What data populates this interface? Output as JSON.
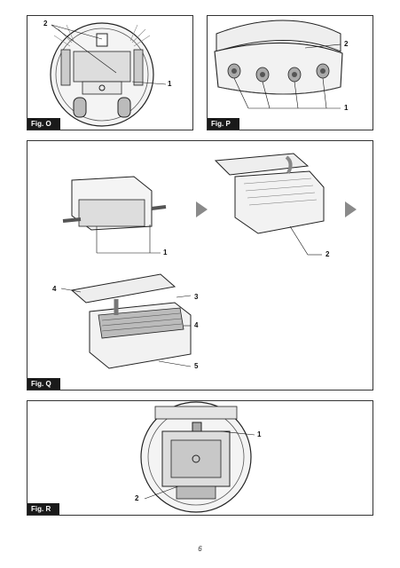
{
  "figures": {
    "o": {
      "label": "Fig. O",
      "callouts": [
        "2",
        "1"
      ]
    },
    "p": {
      "label": "Fig. P",
      "callouts": [
        "2",
        "1"
      ]
    },
    "q": {
      "label": "Fig. Q",
      "callouts": [
        "1",
        "2",
        "4",
        "3",
        "4",
        "5"
      ]
    },
    "r": {
      "label": "Fig. R",
      "callouts": [
        "1",
        "2"
      ]
    }
  },
  "page_number": "6"
}
